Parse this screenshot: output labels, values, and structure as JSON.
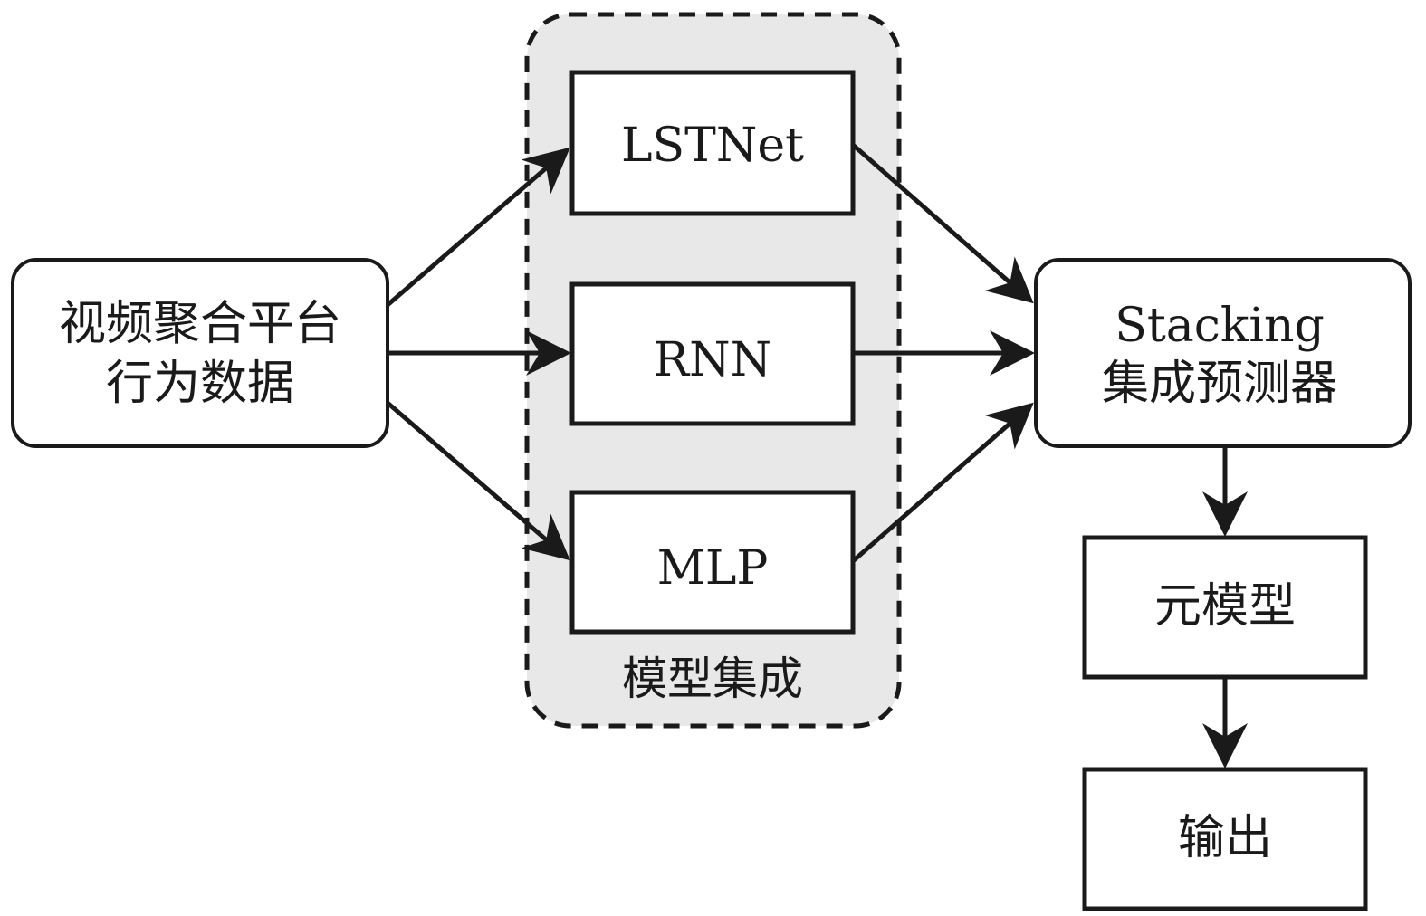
{
  "diagram": {
    "input": {
      "line1": "视频聚合平台",
      "line2": "行为数据"
    },
    "ensemble_group": {
      "label": "模型集成",
      "models": [
        {
          "label": "LSTNet"
        },
        {
          "label": "RNN"
        },
        {
          "label": "MLP"
        }
      ]
    },
    "stacking": {
      "line1": "Stacking",
      "line2": "集成预测器"
    },
    "meta_model": {
      "label": "元模型"
    },
    "output": {
      "label": "输出"
    },
    "colors": {
      "stroke": "#1a1a1a",
      "group_fill": "#e8e8e8",
      "box_fill": "#ffffff"
    }
  }
}
